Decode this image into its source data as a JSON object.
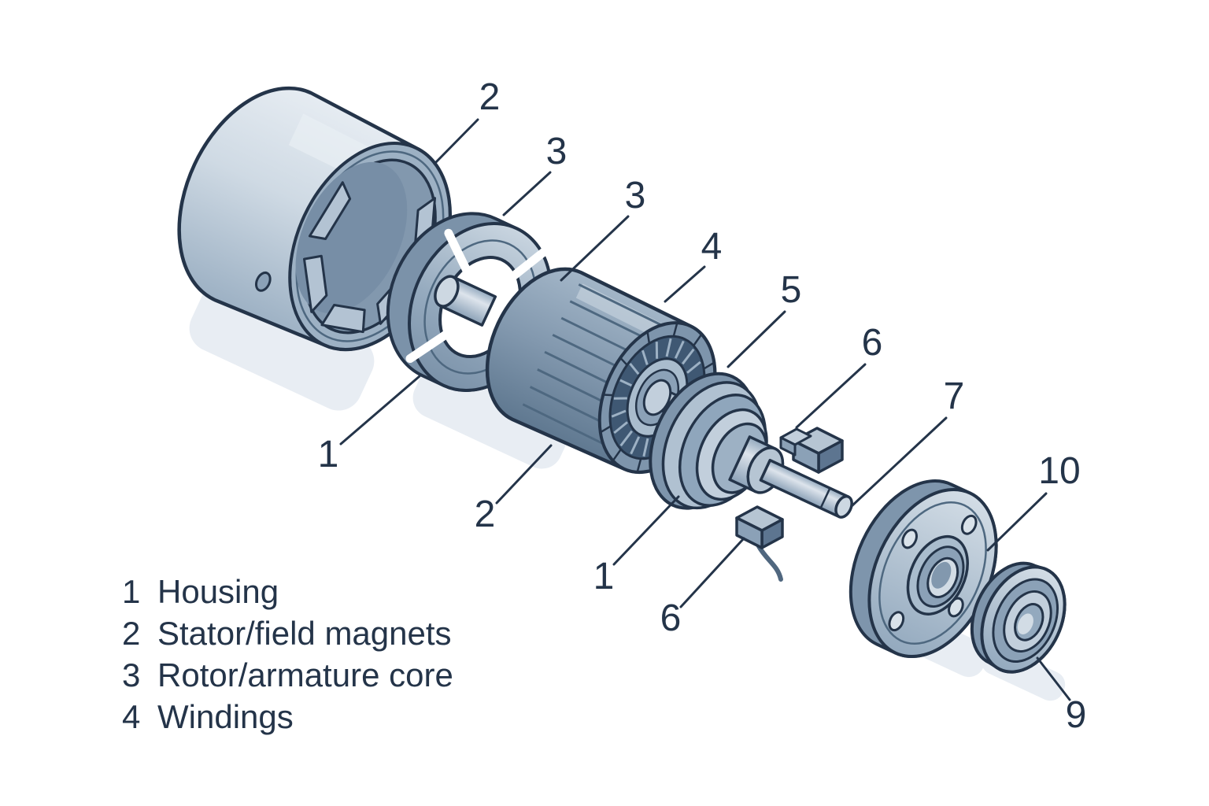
{
  "legend": {
    "items": [
      {
        "num": "1",
        "label": "Housing"
      },
      {
        "num": "2",
        "label": "Stator/field magnets"
      },
      {
        "num": "3",
        "label": "Rotor/armature core"
      },
      {
        "num": "4",
        "label": "Windings"
      }
    ]
  },
  "callouts": [
    {
      "label": "2",
      "target": "housing-rim"
    },
    {
      "label": "3",
      "target": "stator-ring-top"
    },
    {
      "label": "3",
      "target": "rotor-core-top"
    },
    {
      "label": "4",
      "target": "windings"
    },
    {
      "label": "5",
      "target": "commutator-disc"
    },
    {
      "label": "6",
      "target": "brush-upper"
    },
    {
      "label": "7",
      "target": "shaft-tip"
    },
    {
      "label": "10",
      "target": "end-cap-flange"
    },
    {
      "label": "1",
      "target": "stator-ring-bottom"
    },
    {
      "label": "2",
      "target": "rotor-core-bottom"
    },
    {
      "label": "1",
      "target": "commutator-bottom"
    },
    {
      "label": "6",
      "target": "brush-lower"
    },
    {
      "label": "9",
      "target": "bearing"
    }
  ],
  "colors": {
    "background": "#ffffff",
    "outline": "#243449",
    "text": "#243449",
    "metal_light": "#dde4ec",
    "metal_mid": "#9db1c4",
    "metal_dark": "#5d7590",
    "shadow": "#e8edf3"
  }
}
